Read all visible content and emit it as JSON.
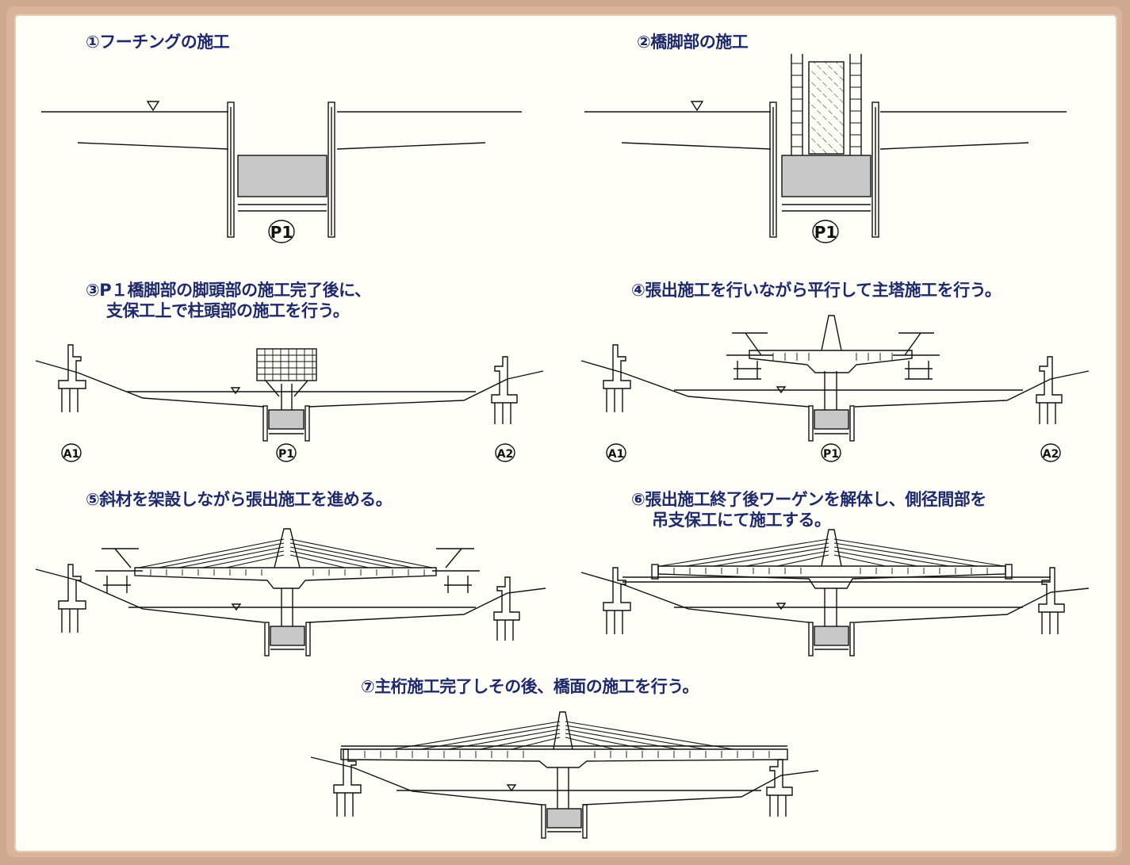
{
  "steps": {
    "s1": {
      "title": "①フーチングの施工",
      "pier_label": "P1"
    },
    "s2": {
      "title": "②橋脚部の施工",
      "pier_label": "P1"
    },
    "s3": {
      "title_line1": "③P１橋脚部の脚頭部の施工完了後に、",
      "title_line2": "支保工上で柱頭部の施工を行う。",
      "a1": "A1",
      "p1": "P1",
      "a2": "A2"
    },
    "s4": {
      "title": "④張出施工を行いながら平行して主塔施工を行う。",
      "a1": "A1",
      "p1": "P1",
      "a2": "A2"
    },
    "s5": {
      "title": "⑤斜材を架設しながら張出施工を進める。"
    },
    "s6": {
      "title_line1": "⑥張出施工終了後ワーゲンを解体し、側径間部を",
      "title_line2": "吊支保工にて施工する。"
    },
    "s7": {
      "title": "⑦主桁施工完了しその後、橋面の施工を行う。"
    }
  },
  "colors": {
    "caption": "#1f2a6a",
    "frame": "#d9b49b",
    "concrete": "#c8c8c8",
    "line": "#111111"
  }
}
